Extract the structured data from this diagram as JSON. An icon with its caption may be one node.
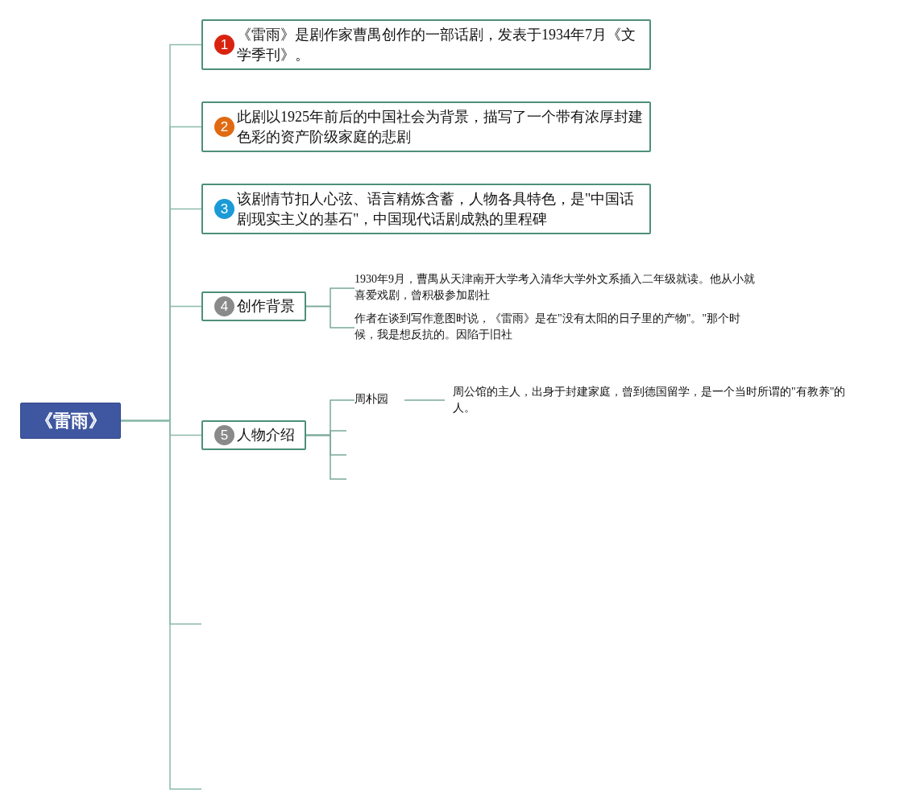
{
  "diagram": {
    "nodes": [
      {
        "text": [
          "《雷雨》"
        ]
      },
      {
        "text": [
          "1",
          "《雷雨》是剧作家曹禺创作的一部话剧，发表于1934年7月《文学季刊》。"
        ]
      },
      {
        "text": [
          "2",
          "此剧以1925年前后的中国社会为背景，描写了一个带有浓厚封建色彩的资产阶级家庭的悲剧"
        ]
      },
      {
        "text": [
          "3",
          "该剧情节扣人心弦、语言精炼含蓄，人物各具特色，是\"中国话剧现实主义的基石\"，中国现代话剧成熟的里程碑"
        ]
      },
      {
        "text": [
          "4",
          "创作背景"
        ]
      },
      {
        "text": [
          "5",
          "人物介绍"
        ]
      },
      {
        "text": [
          "1930年9月，曹禺从天津南开大学考入清华大学外文系插入二年级就读。他从小就喜爱戏剧，曾积极参加剧社"
        ]
      },
      {
        "text": [
          "作者在谈到写作意图时说，《雷雨》是在\"没有太阳的日子里的产物\"。\"那个时候，我是想反抗的。因陷于旧社"
        ]
      },
      {
        "text": [
          "周朴园"
        ]
      },
      {
        "text": [
          "周公馆的主人，出身于封建家庭，曾到德国留学，是一个当时所谓的\"有教养\"的人。"
        ]
      }
    ],
    "edges": [
      {
        "from": 0,
        "to": 1,
        "arrow": "none"
      },
      {
        "from": 0,
        "to": 2,
        "arrow": "none"
      },
      {
        "from": 0,
        "to": 3,
        "arrow": "none"
      },
      {
        "from": 0,
        "to": 4,
        "arrow": "none"
      },
      {
        "from": 0,
        "to": 5,
        "arrow": "none"
      },
      {
        "from": 0,
        "to": null,
        "arrow": "none"
      },
      {
        "from": 0,
        "to": null,
        "arrow": "none"
      },
      {
        "from": 4,
        "to": 6,
        "arrow": "none"
      },
      {
        "from": 4,
        "to": 7,
        "arrow": "none"
      },
      {
        "from": 5,
        "to": 8,
        "arrow": "none"
      },
      {
        "from": 8,
        "to": 9,
        "arrow": "none"
      },
      {
        "from": 5,
        "to": null,
        "arrow": "none"
      },
      {
        "from": 5,
        "to": null,
        "arrow": "none"
      },
      {
        "from": 5,
        "to": null,
        "arrow": "none"
      }
    ]
  }
}
